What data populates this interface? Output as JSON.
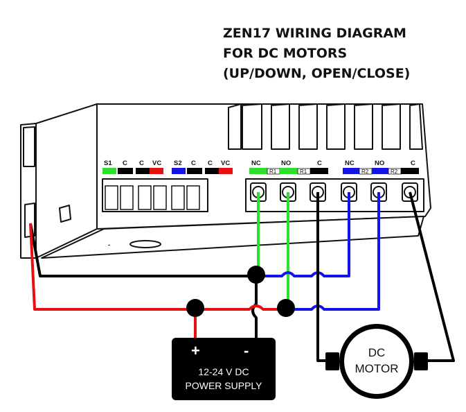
{
  "title": {
    "line1": "ZEN17 WIRING DIAGRAM",
    "line2": "FOR DC MOTORS",
    "line3": "(UP/DOWN, OPEN/CLOSE)"
  },
  "terminals": {
    "s1": "S1",
    "c1": "C",
    "c2": "C",
    "vc1": "VC",
    "s2": "S2",
    "c3": "C",
    "c4": "C",
    "vc2": "VC",
    "nc1": "NC",
    "no1": "NO",
    "c5": "C",
    "r1a": "R1",
    "r1b": "R1",
    "nc2": "NC",
    "no2": "NO",
    "c6": "C",
    "r2a": "R2",
    "r2b": "R2"
  },
  "device": {
    "minus_mark": "-"
  },
  "power_supply": {
    "plus": "+",
    "minus": "-",
    "line1": "12-24 V DC",
    "line2": "POWER SUPPLY"
  },
  "motor": {
    "line1": "DC",
    "line2": "MOTOR"
  },
  "colors": {
    "green": "#2ee02e",
    "blue": "#1414e6",
    "red": "#e61010",
    "black": "#000000"
  }
}
